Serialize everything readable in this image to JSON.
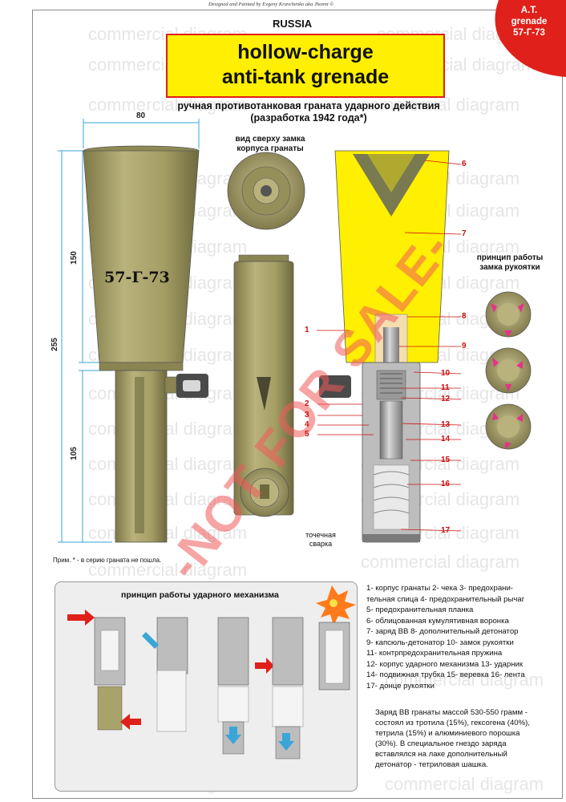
{
  "credit": "Designed and Painted by Evgeny Kravchenko  aka  Jhonni ©",
  "corner_badge": [
    "A.T.",
    "grenade",
    "57-Г-73"
  ],
  "country": "RUSSIA",
  "title_lines": [
    "hollow-charge",
    "anti-tank grenade"
  ],
  "subtitle_lines": [
    "ручная противотанковая граната ударного действия",
    "(разработка 1942 года*)"
  ],
  "top_view_caption": [
    "вид сверху замка",
    "корпуса гранаты"
  ],
  "marking": "57-Г-73",
  "dimensions": {
    "width": "80",
    "cone": "150",
    "total": "255",
    "handle": "105"
  },
  "handle_lock_caption": [
    "принцип работы",
    "замка рукоятки"
  ],
  "weld_caption": [
    "точечная",
    "сварка"
  ],
  "part_numbers": [
    "1",
    "2",
    "3",
    "4",
    "5",
    "6",
    "7",
    "8",
    "9",
    "10",
    "11",
    "12",
    "13",
    "14",
    "15",
    "16",
    "17"
  ],
  "note": "Прим. * - в серию граната не пошла.",
  "mechanism_title": "принцип работы ударного механизма",
  "legend": [
    "1- корпус гранаты  2- чека  3- предохрани-",
    "тельная спица  4- предохранительный рычаг",
    "5- предохранительная планка",
    "6- облицованная кумулятивная воронка",
    "7- заряд ВВ  8- дополнительный детонатор",
    "9- капсюль-детонатор  10- замок рукоятки",
    "11- контрпредохранительная пружина",
    "12- корпус ударного механизма  13- ударник",
    "14- подвижная трубка  15- веревка  16- лента",
    "17- донце рукоятки"
  ],
  "charge_text": [
    "Заряд ВВ гранаты массой 530-550 грамм -",
    "состоял из тротила (15%), гексогена (40%),",
    "тетрила (15%) и алюминиевого порошка",
    "(30%). В специальное гнездо заряда",
    "вставлялся на лаке дополнительный",
    "детонатор - тетриловая шашка."
  ],
  "watermark": "commercial diagram",
  "stamp": "-NOT FOR SALE-",
  "colors": {
    "olive": "#a9a26a",
    "olive_dark": "#6e6a3e",
    "yellow": "#ffef00",
    "red": "#e0201a",
    "pink": "#e8308a"
  }
}
